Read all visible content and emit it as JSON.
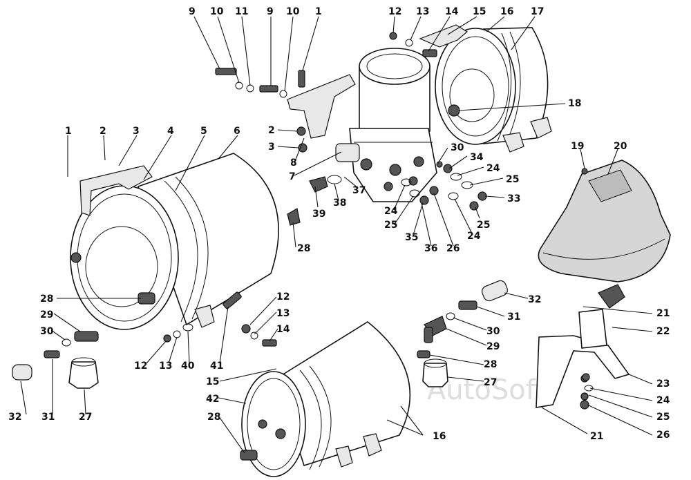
{
  "watermark": "AutoSoft",
  "callouts": {
    "c1a": "1",
    "c1b": "1",
    "c2a": "2",
    "c2b": "2",
    "c3a": "3",
    "c3b": "3",
    "c4": "4",
    "c5": "5",
    "c6": "6",
    "c7": "7",
    "c8": "8",
    "c9a": "9",
    "c9b": "9",
    "c10a": "10",
    "c10b": "10",
    "c11": "11",
    "c12a": "12",
    "c12b": "12",
    "c12c": "12",
    "c13a": "13",
    "c13b": "13",
    "c13c": "13",
    "c14a": "14",
    "c14b": "14",
    "c15a": "15",
    "c15b": "15",
    "c16a": "16",
    "c16b": "16",
    "c17": "17",
    "c18": "18",
    "c19": "19",
    "c20": "20",
    "c21a": "21",
    "c21b": "21",
    "c22": "22",
    "c23": "23",
    "c24a": "24",
    "c24b": "24",
    "c24c": "24",
    "c24d": "24",
    "c25a": "25",
    "c25b": "25",
    "c25c": "25",
    "c25d": "25",
    "c26a": "26",
    "c26b": "26",
    "c27a": "27",
    "c27b": "27",
    "c28a": "28",
    "c28b": "28",
    "c28c": "28",
    "c28d": "28",
    "c29a": "29",
    "c29b": "29",
    "c30a": "30",
    "c30b": "30",
    "c30c": "30",
    "c31a": "31",
    "c31b": "31",
    "c32a": "32",
    "c32b": "32",
    "c33": "33",
    "c34": "34",
    "c35": "35",
    "c36": "36",
    "c37": "37",
    "c38": "38",
    "c39": "39",
    "c40": "40",
    "c41": "41",
    "c42": "42"
  }
}
